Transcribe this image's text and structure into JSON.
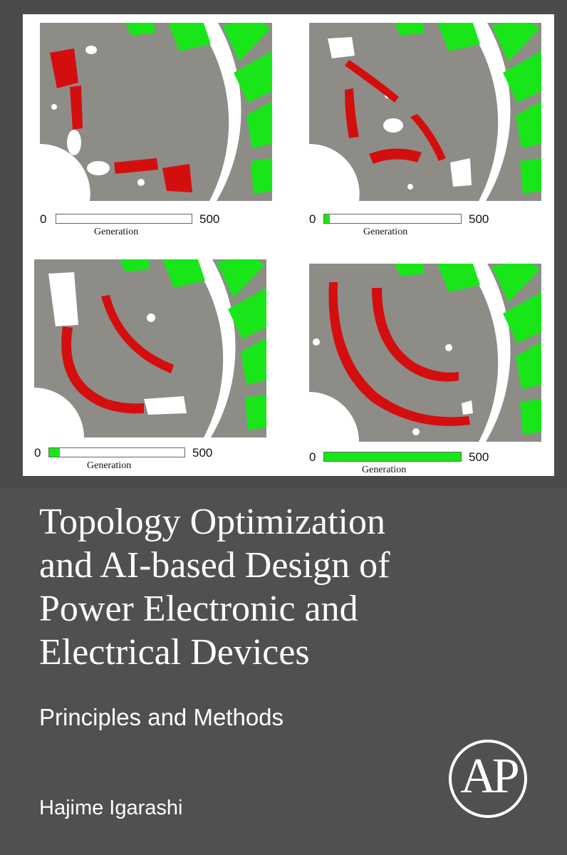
{
  "cover": {
    "title_lines": [
      "Topology Optimization",
      "and AI-based Design of",
      "Power Electronic and",
      "Electrical Devices"
    ],
    "subtitle": "Principles and Methods",
    "author": "Hajime Igarashi",
    "publisher_logo_text": "AP"
  },
  "figure": {
    "colors": {
      "stator_green": "#19e619",
      "magnet_red": "#d40e0e",
      "iron_gray": "#8e8c87",
      "void_white": "#ffffff"
    },
    "panels": [
      {
        "zero_label": "0",
        "max_label": "500",
        "axis_label": "Generation",
        "progress_fraction": 0.0
      },
      {
        "zero_label": "0",
        "max_label": "500",
        "axis_label": "Generation",
        "progress_fraction": 0.04
      },
      {
        "zero_label": "0",
        "max_label": "500",
        "axis_label": "Generation",
        "progress_fraction": 0.08
      },
      {
        "zero_label": "0",
        "max_label": "500",
        "axis_label": "Generation",
        "progress_fraction": 1.0
      }
    ]
  }
}
